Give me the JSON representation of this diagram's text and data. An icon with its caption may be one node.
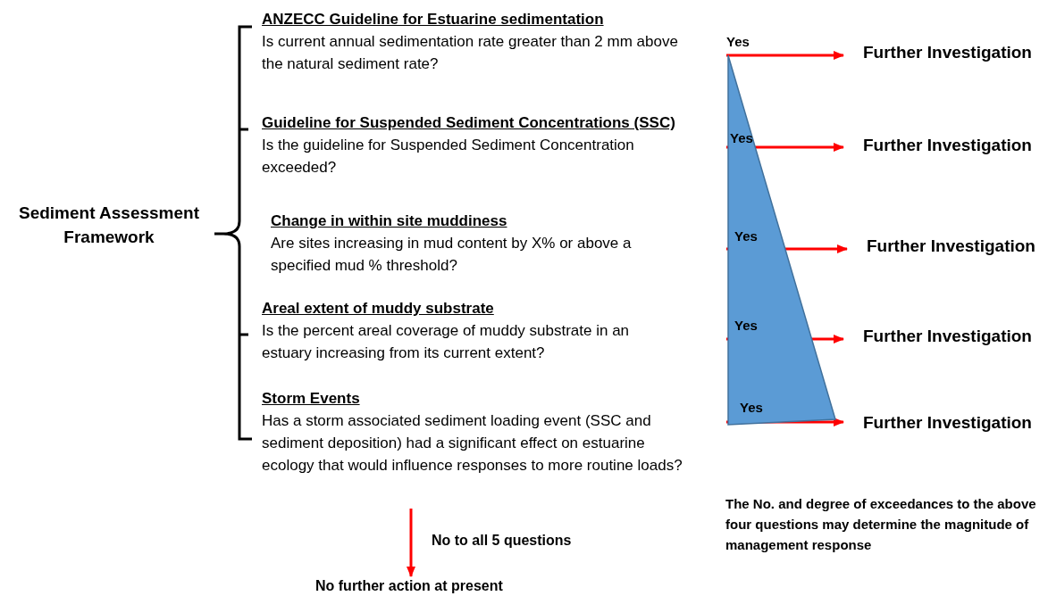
{
  "diagram": {
    "nodes": [
      {
        "text": [
          "Sediment Assessment Framework"
        ]
      },
      {
        "text": [
          "ANZECC Guideline for Estuarine sedimentation",
          "Is current annual sedimentation rate greater than 2 mm above the natural sediment rate?"
        ]
      },
      {
        "text": [
          "Guideline for Suspended Sediment Concentrations (SSC)",
          "Is the guideline for Suspended Sediment Concentration exceeded?"
        ]
      },
      {
        "text": [
          "Change in within site muddiness",
          "Are sites increasing in mud content by X% or above a specified mud % threshold?"
        ]
      },
      {
        "text": [
          "Areal extent of muddy substrate",
          "Is the percent areal coverage of muddy substrate in an estuary increasing from its current extent?"
        ]
      },
      {
        "text": [
          "Storm Events",
          "Has a storm associated sediment loading event (SSC and sediment deposition) had a significant effect on estuarine ecology that would influence responses to more routine loads?"
        ]
      },
      {
        "text": [],
        "shape": "triangle"
      },
      {
        "text": [
          "Further Investigation"
        ]
      },
      {
        "text": [
          "Further Investigation"
        ]
      },
      {
        "text": [
          "Further Investigation"
        ]
      },
      {
        "text": [
          "Further Investigation"
        ]
      },
      {
        "text": [
          "Further Investigation"
        ]
      },
      {
        "text": [
          "No further action at present"
        ]
      }
    ],
    "edges": [
      {
        "from": 6,
        "to": 7,
        "arrow": "to",
        "label": "Yes"
      },
      {
        "from": 6,
        "to": 8,
        "arrow": "to",
        "label": "Yes"
      },
      {
        "from": 6,
        "to": 9,
        "arrow": "to",
        "label": "Yes"
      },
      {
        "from": 6,
        "to": 10,
        "arrow": "to",
        "label": "Yes"
      },
      {
        "from": 6,
        "to": 11,
        "arrow": "to",
        "label": "Yes"
      },
      {
        "from": null,
        "to": 12,
        "arrow": "to",
        "label": "No to all 5 questions"
      }
    ],
    "labels": [
      "The No. and degree of exceedances to the above four questions may determine the magnitude of management response"
    ]
  }
}
